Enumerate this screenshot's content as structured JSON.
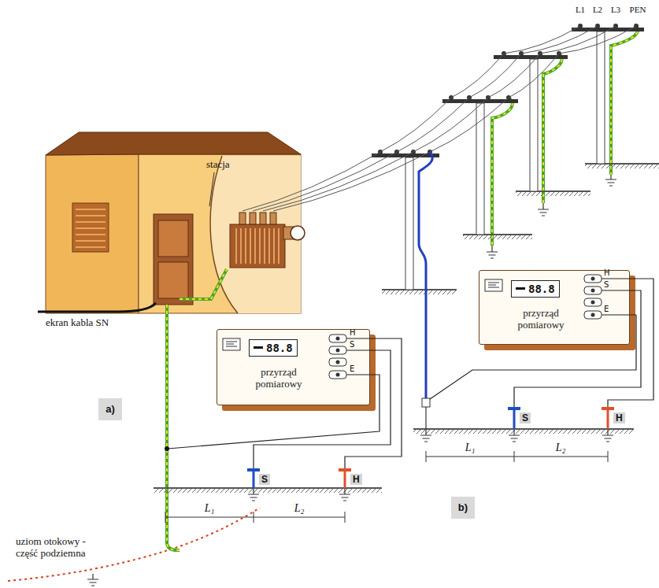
{
  "diagram": {
    "nodes": [
      {
        "text": [
          "przyrząd pomiarowy"
        ]
      },
      {
        "text": [
          "88.8"
        ],
        "in": 0
      },
      {
        "text": [
          "przyrząd pomiarowy"
        ]
      },
      {
        "text": [
          "88.8"
        ],
        "in": 2
      }
    ],
    "labels": [
      "L1",
      "L2",
      "L3",
      "PEN",
      "stacja",
      "ekran kabla SN",
      "H",
      "S",
      "E",
      "S",
      "H",
      "L₁",
      "L₂",
      "b)",
      "H",
      "S",
      "E",
      "S",
      "H",
      "L₁",
      "L₂",
      "a)",
      "uziom otokowy - część podziemna"
    ]
  }
}
